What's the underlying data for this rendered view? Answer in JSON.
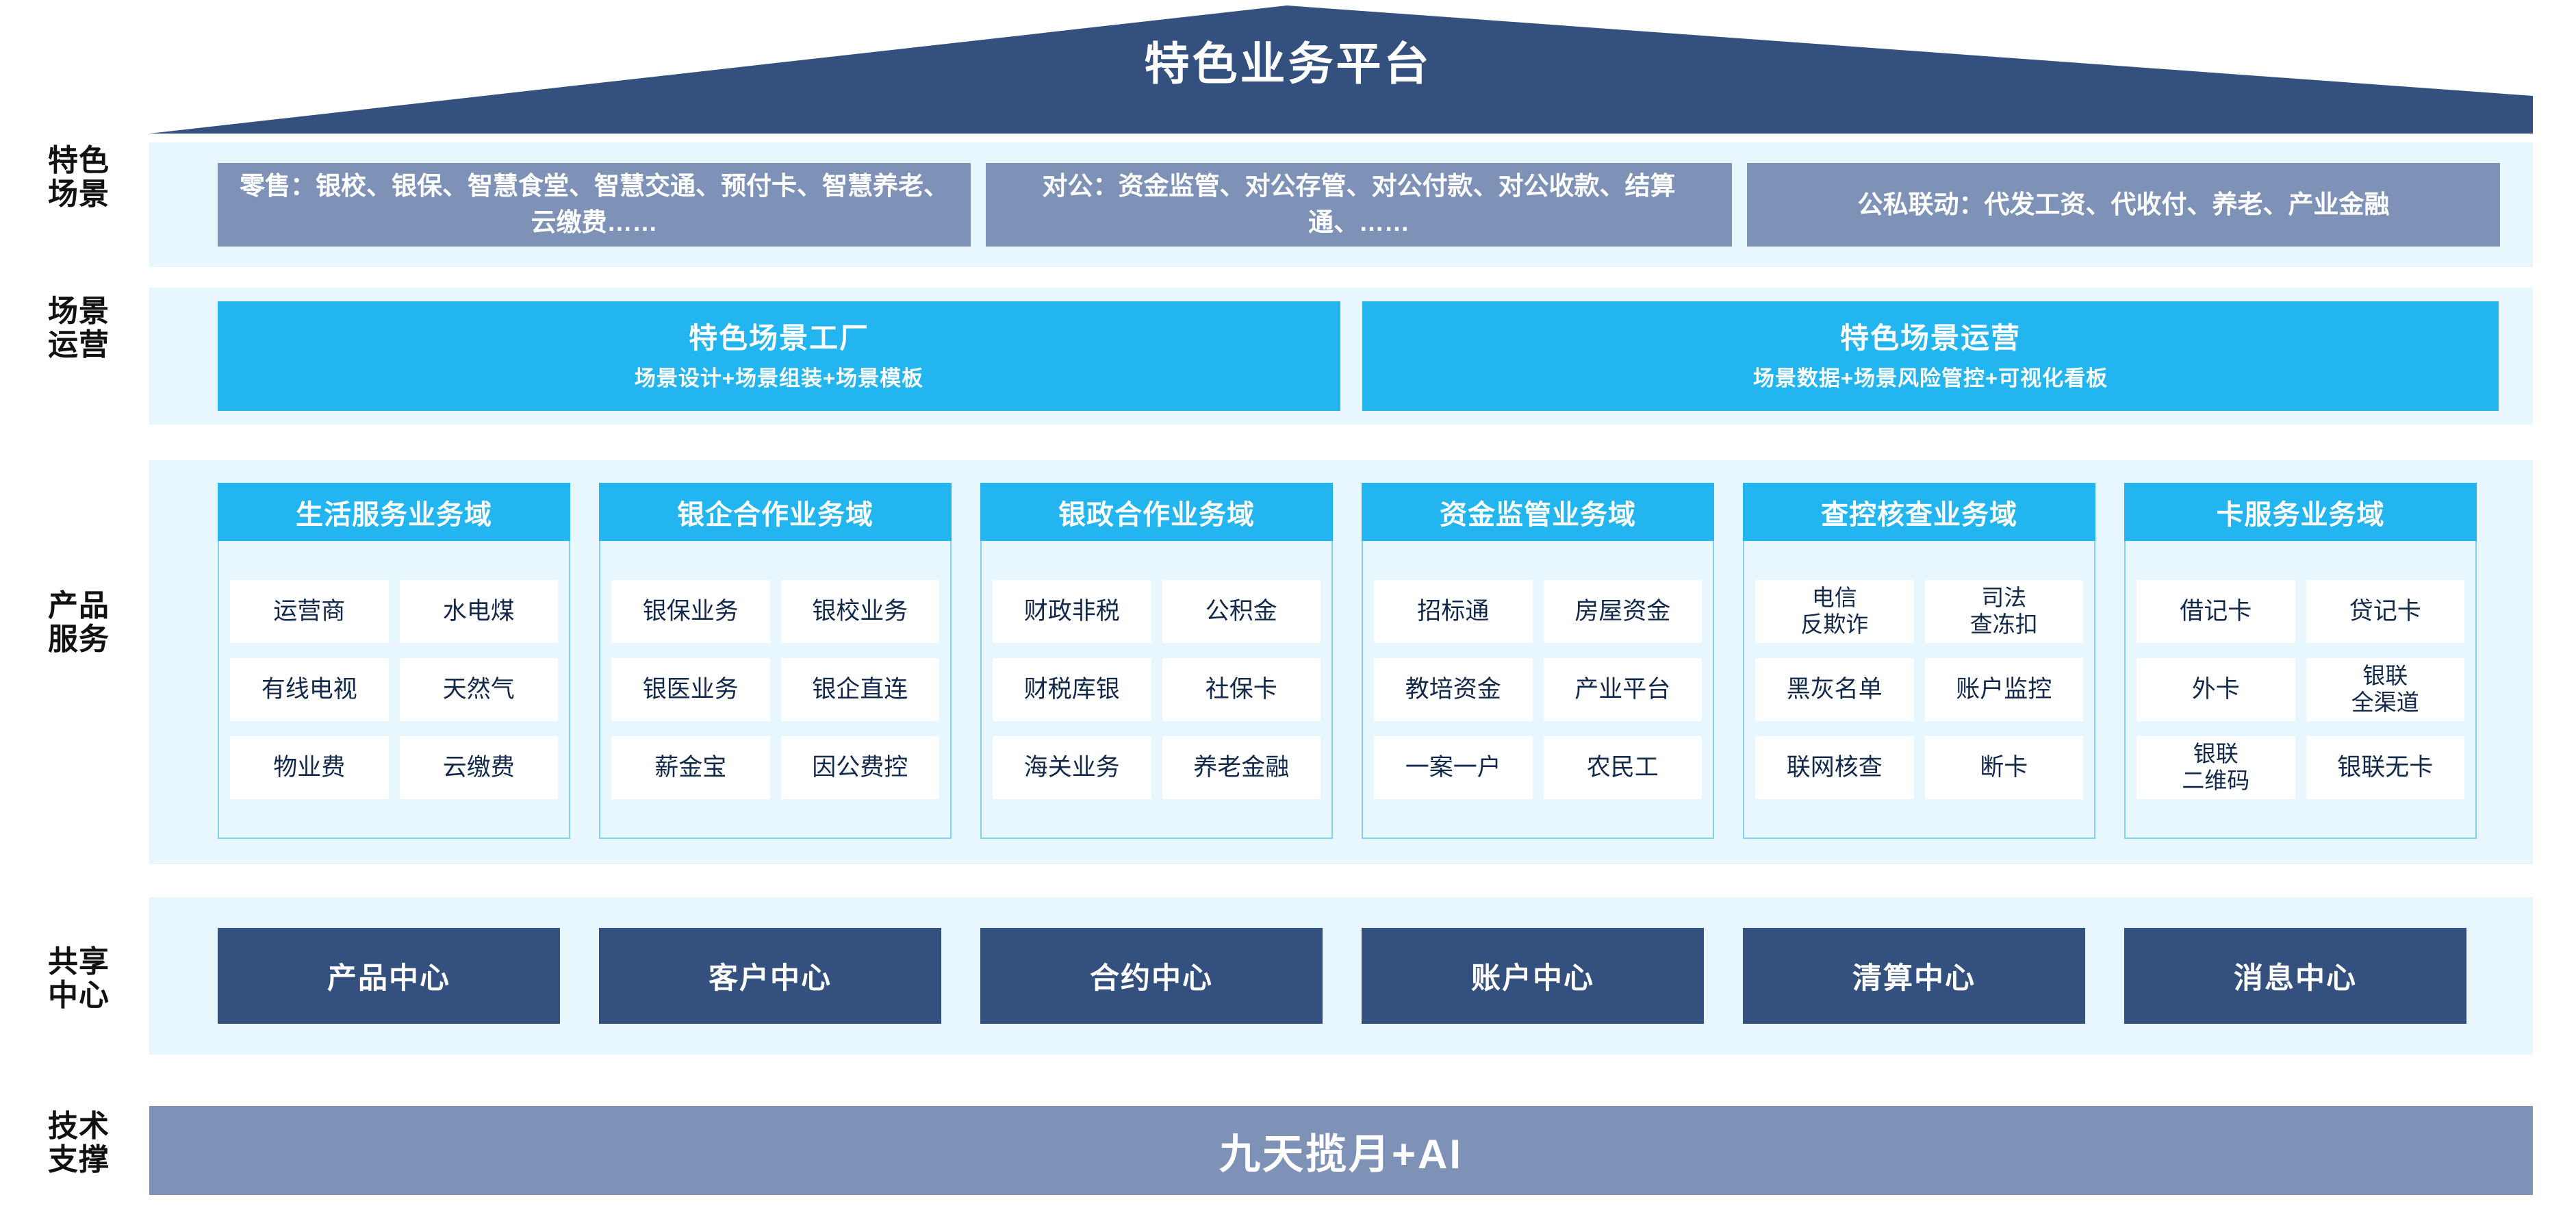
{
  "header": {
    "title": "特色业务平台"
  },
  "rail": {
    "labels": [
      {
        "id": "scene",
        "text": "特色\n场景"
      },
      {
        "id": "operation",
        "text": "场景\n运营"
      },
      {
        "id": "product",
        "text": "产品\n服务"
      },
      {
        "id": "shared",
        "text": "共享\n中心"
      },
      {
        "id": "tech",
        "text": "技术\n支撑"
      }
    ]
  },
  "scenes": [
    {
      "id": "retail",
      "text": "零售：银校、银保、智慧食堂、智慧交通、预付卡、智慧养老、云缴费……"
    },
    {
      "id": "corporate",
      "text": "对公：资金监管、对公存管、对公付款、对公收款、结算通、……"
    },
    {
      "id": "linkage",
      "text": "公私联动：代发工资、代收付、养老、产业金融"
    }
  ],
  "operations": [
    {
      "id": "scene-factory",
      "title": "特色场景工厂",
      "subtitle": "场景设计+场景组装+场景模板"
    },
    {
      "id": "scene-operation",
      "title": "特色场景运营",
      "subtitle": "场景数据+场景风险管控+可视化看板"
    }
  ],
  "domains": [
    {
      "id": "life-service",
      "title": "生活服务业务域",
      "rows": [
        [
          "运营商",
          "水电煤"
        ],
        [
          "有线电视",
          "天然气"
        ],
        [
          "物业费",
          "云缴费"
        ]
      ]
    },
    {
      "id": "bank-enterprise",
      "title": "银企合作业务域",
      "rows": [
        [
          "银保业务",
          "银校业务"
        ],
        [
          "银医业务",
          "银企直连"
        ],
        [
          "薪金宝",
          "因公费控"
        ]
      ]
    },
    {
      "id": "bank-government",
      "title": "银政合作业务域",
      "rows": [
        [
          "财政非税",
          "公积金"
        ],
        [
          "财税库银",
          "社保卡"
        ],
        [
          "海关业务",
          "养老金融"
        ]
      ]
    },
    {
      "id": "fund-supervision",
      "title": "资金监管业务域",
      "rows": [
        [
          "招标通",
          "房屋资金"
        ],
        [
          "教培资金",
          "产业平台"
        ],
        [
          "一案一户",
          "农民工"
        ]
      ]
    },
    {
      "id": "investigation",
      "title": "查控核查业务域",
      "rows": [
        [
          "电信\n反欺诈",
          "司法\n查冻扣"
        ],
        [
          "黑灰名单",
          "账户监控"
        ],
        [
          "联网核查",
          "断卡"
        ]
      ]
    },
    {
      "id": "card-service",
      "title": "卡服务业务域",
      "rows": [
        [
          "借记卡",
          "贷记卡"
        ],
        [
          "外卡",
          "银联\n全渠道"
        ],
        [
          "银联\n二维码",
          "银联无卡"
        ]
      ]
    }
  ],
  "shared_centers": [
    {
      "id": "product-center",
      "label": "产品中心"
    },
    {
      "id": "customer-center",
      "label": "客户中心"
    },
    {
      "id": "contract-center",
      "label": "合约中心"
    },
    {
      "id": "account-center",
      "label": "账户中心"
    },
    {
      "id": "clearing-center",
      "label": "清算中心"
    },
    {
      "id": "message-center",
      "label": "消息中心"
    }
  ],
  "tech_support": {
    "label": "九天揽月+AI"
  },
  "colors": {
    "roof": "#34507f",
    "scene_card": "#7e92b8",
    "cyan": "#22b5ef",
    "band": "#e8f6fd",
    "center": "#34507f",
    "tech": "#7e92b8",
    "chip_text": "#13294b"
  }
}
